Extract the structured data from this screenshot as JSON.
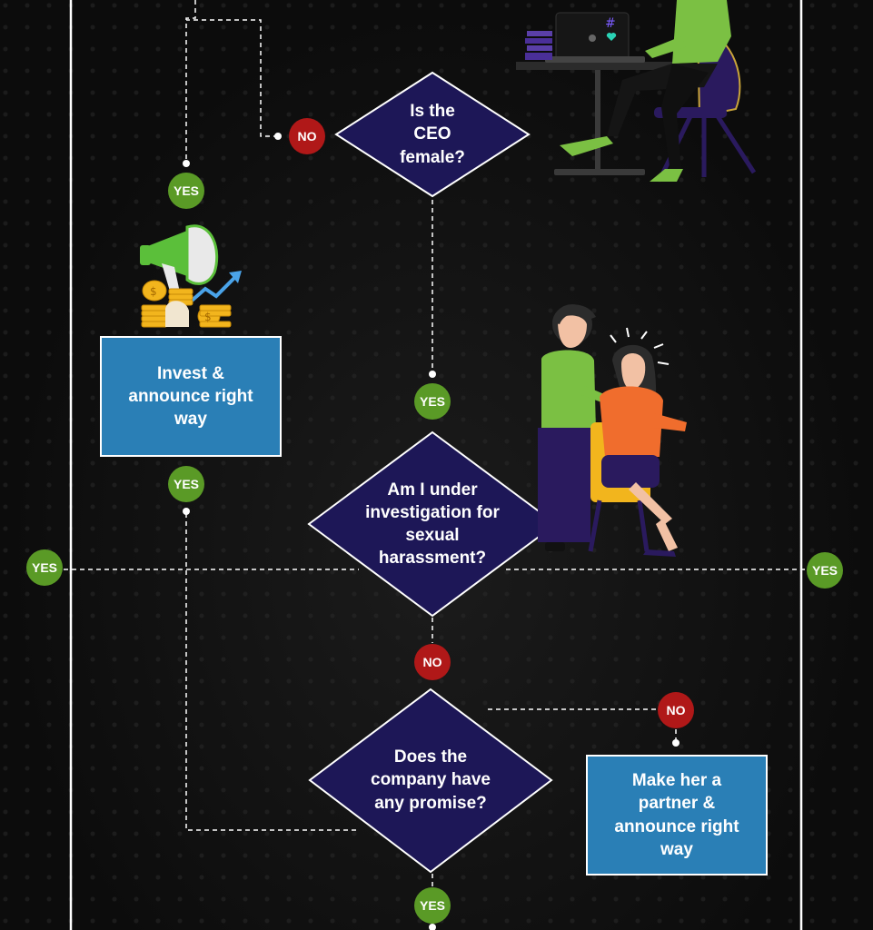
{
  "colors": {
    "background": "#0c0c0c",
    "diamond_fill": "#1d1757",
    "box_fill": "#2a7fb6",
    "yes_badge": "#5a9a26",
    "no_badge": "#b01818",
    "connector": "#ffffff"
  },
  "nodes": {
    "ceo_question": "Is the\nCEO\nfemale?",
    "investigation_question": "Am I under\ninvestigation for\nsexual\nharassment?",
    "promise_question": "Does the\ncompany have\nany promise?",
    "invest_box": "Invest &\nannounce right\nway",
    "partner_box": "Make her a\npartner &\nannounce right\nway"
  },
  "badges": {
    "yes": "YES",
    "no": "NO"
  },
  "illustrations": [
    "woman-at-laptop-illustration",
    "megaphone-coins-illustration",
    "harassment-scene-illustration"
  ]
}
